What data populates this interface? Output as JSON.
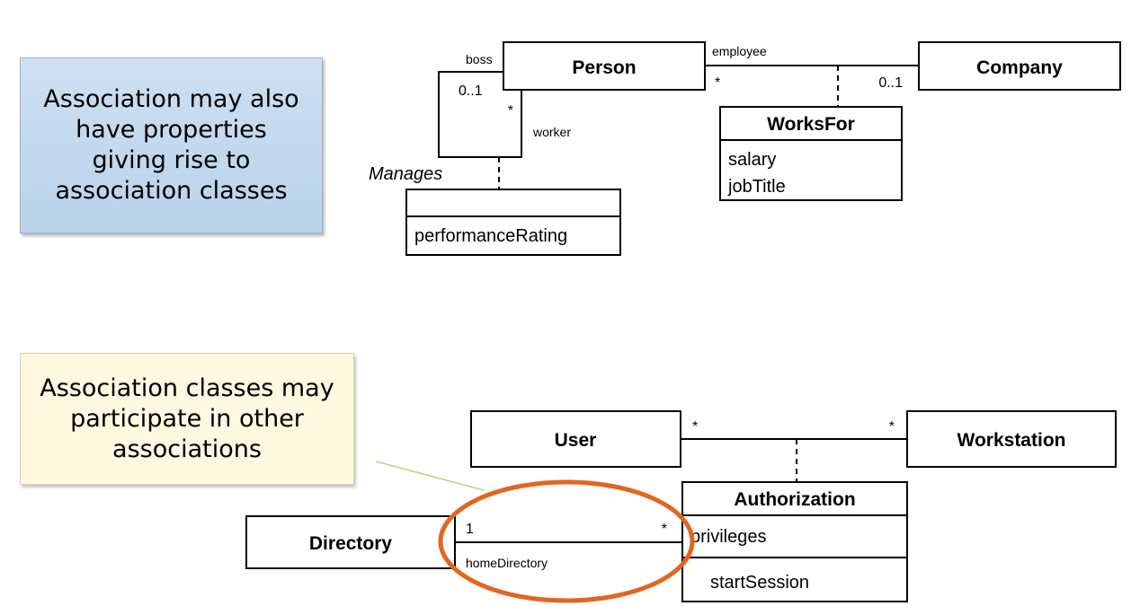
{
  "callouts": {
    "properties": {
      "lines": [
        "Association may also",
        "have properties",
        "giving rise to",
        "association classes"
      ],
      "background": "#c5daf0"
    },
    "participate": {
      "lines": [
        "Association classes may",
        "participate in other",
        "associations"
      ],
      "background": "#fcf9e0"
    }
  },
  "diagram_top": {
    "classes": {
      "person": "Person",
      "company": "Company",
      "works_for": {
        "name": "WorksFor",
        "attributes": [
          "salary",
          "jobTitle"
        ]
      },
      "manages_class": {
        "name": "",
        "attributes": [
          "performanceRating"
        ]
      }
    },
    "roles": {
      "boss": "boss",
      "worker": "worker",
      "employee": "employee"
    },
    "multiplicities": {
      "boss": "0..1",
      "worker": "*",
      "employee": "*",
      "company": "0..1"
    },
    "association_name": "Manages"
  },
  "diagram_bottom": {
    "classes": {
      "user": "User",
      "workstation": "Workstation",
      "directory": "Directory",
      "authorization": {
        "name": "Authorization",
        "attributes": [
          "privileges"
        ],
        "operations": [
          "startSession"
        ]
      }
    },
    "multiplicities": {
      "user": "*",
      "workstation": "*",
      "directory": "1",
      "authorization": "*"
    },
    "roles": {
      "home_directory": "homeDirectory"
    },
    "highlight_color": "#e2661f"
  }
}
